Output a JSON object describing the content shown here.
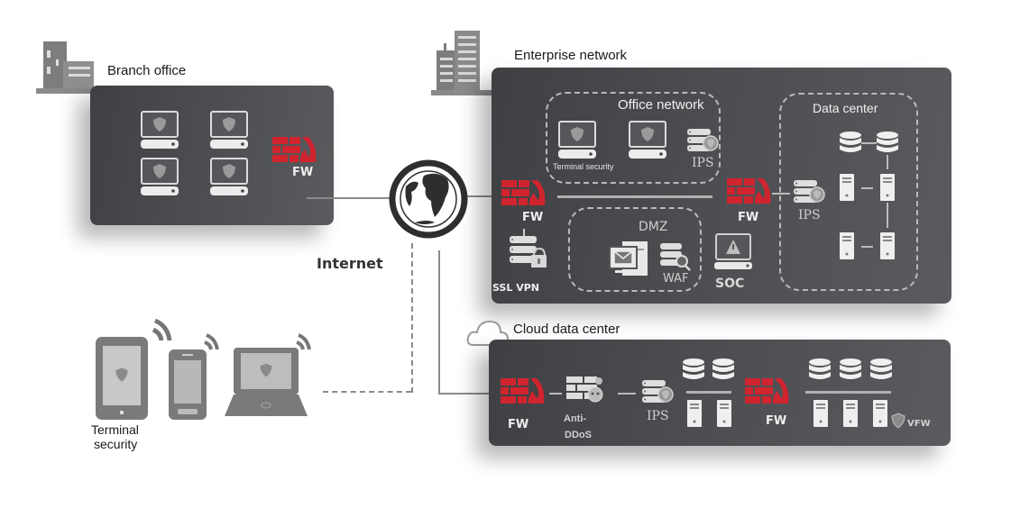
{
  "diagram": {
    "branch_office": {
      "title": "Branch office",
      "firewall_label": "FW",
      "terminals": 4
    },
    "internet": {
      "label": "Internet"
    },
    "terminal_security": {
      "label_line1": "Terminal",
      "label_line2": "security",
      "devices": [
        "tablet",
        "smartphone",
        "laptop"
      ]
    },
    "enterprise_network": {
      "title": "Enterprise network",
      "edge_firewall_label": "FW",
      "ssl_vpn_label": "SSL VPN",
      "office_network": {
        "title": "Office network",
        "terminal_label": "Terminal security",
        "ips_label": "IPS"
      },
      "dmz": {
        "title": "DMZ",
        "waf_label": "WAF"
      },
      "soc_label": "SOC",
      "internal_firewall_label": "FW",
      "data_center": {
        "title": "Data center",
        "ips_label": "IPS"
      }
    },
    "cloud_data_center": {
      "title": "Cloud data center",
      "firewall_label": "FW",
      "anti_ddos_line1": "Anti-",
      "anti_ddos_line2": "DDoS",
      "ips_label": "IPS",
      "internal_firewall_label": "FW",
      "vfw_label": "VFW"
    },
    "colors": {
      "firewall_red": "#d0242e",
      "panel_dark": "#4a4b4e",
      "icon_light": "#e8e8e8",
      "connector_gray": "#8a8a8a"
    }
  }
}
